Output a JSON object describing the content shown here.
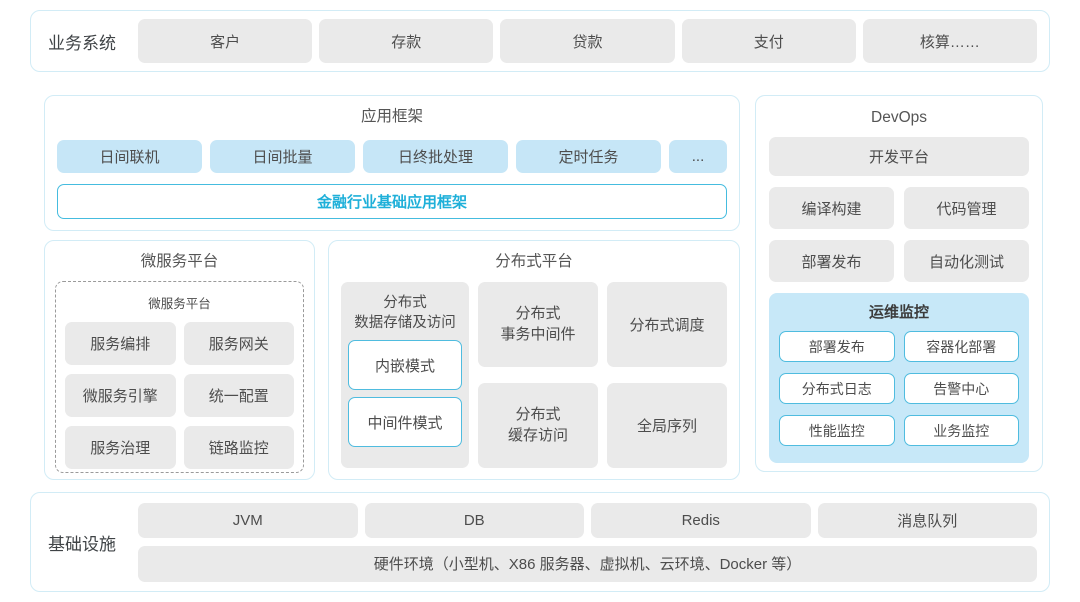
{
  "colors": {
    "panel_border": "#d2ecf6",
    "gray_box": "#eaeaea",
    "blue_box": "#c6e6f7",
    "accent_blue": "#1fb0d9",
    "monitor_bg": "#c7e8f8",
    "white_box_border": "#4fbcdf",
    "text_dark": "#4d4d4d"
  },
  "business_systems": {
    "label": "业务系统",
    "items": [
      "客户",
      "存款",
      "贷款",
      "支付",
      "核算……"
    ]
  },
  "app_framework": {
    "title": "应用框架",
    "items": [
      "日间联机",
      "日间批量",
      "日终批处理",
      "定时任务",
      "..."
    ],
    "banner": "金融行业基础应用框架"
  },
  "devops": {
    "title": "DevOps",
    "platform": "开发平台",
    "items": [
      "编译构建",
      "代码管理",
      "部署发布",
      "自动化测试"
    ],
    "monitor": {
      "title": "运维监控",
      "items": [
        "部署发布",
        "容器化部署",
        "分布式日志",
        "告警中心",
        "性能监控",
        "业务监控"
      ]
    }
  },
  "microservices": {
    "title": "微服务平台",
    "inner_title": "微服务平台",
    "items": [
      "服务编排",
      "服务网关",
      "微服务引擎",
      "统一配置",
      "服务治理",
      "链路监控"
    ]
  },
  "distributed": {
    "title": "分布式平台",
    "storage": {
      "label": "分布式\n数据存储及访问",
      "modes": [
        "内嵌模式",
        "中间件模式"
      ]
    },
    "middle": [
      "分布式\n事务中间件",
      "分布式\n缓存访问"
    ],
    "right": [
      "分布式调度",
      "全局序列"
    ]
  },
  "infrastructure": {
    "label": "基础设施",
    "items": [
      "JVM",
      "DB",
      "Redis",
      "消息队列"
    ],
    "hardware": "硬件环境（小型机、X86 服务器、虚拟机、云环境、Docker 等）"
  }
}
